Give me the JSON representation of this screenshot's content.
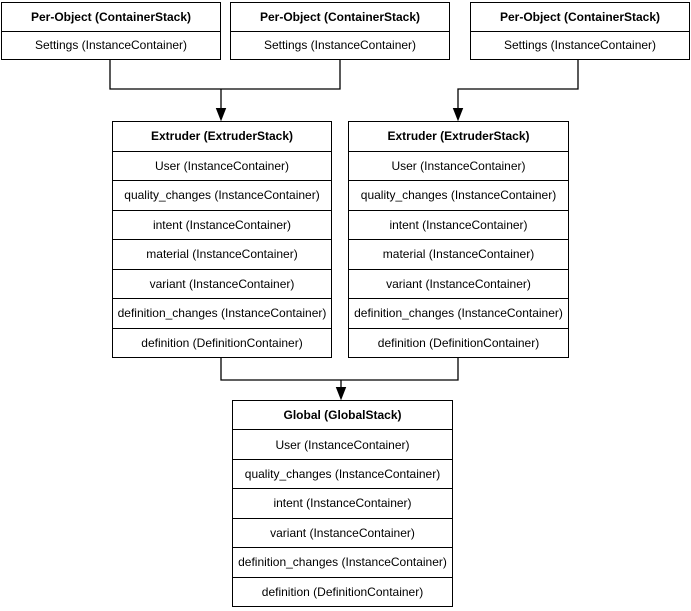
{
  "diagram": {
    "per_object_stacks": [
      {
        "title": "Per-Object (ContainerStack)",
        "rows": [
          "Settings (InstanceContainer)"
        ]
      },
      {
        "title": "Per-Object (ContainerStack)",
        "rows": [
          "Settings (InstanceContainer)"
        ]
      },
      {
        "title": "Per-Object (ContainerStack)",
        "rows": [
          "Settings (InstanceContainer)"
        ]
      }
    ],
    "extruder_stacks": [
      {
        "title": "Extruder (ExtruderStack)",
        "rows": [
          "User (InstanceContainer)",
          "quality_changes (InstanceContainer)",
          "intent (InstanceContainer)",
          "material (InstanceContainer)",
          "variant (InstanceContainer)",
          "definition_changes (InstanceContainer)",
          "definition (DefinitionContainer)"
        ]
      },
      {
        "title": "Extruder (ExtruderStack)",
        "rows": [
          "User (InstanceContainer)",
          "quality_changes (InstanceContainer)",
          "intent (InstanceContainer)",
          "material (InstanceContainer)",
          "variant (InstanceContainer)",
          "definition_changes (InstanceContainer)",
          "definition (DefinitionContainer)"
        ]
      }
    ],
    "global_stack": {
      "title": "Global (GlobalStack)",
      "rows": [
        "User (InstanceContainer)",
        "quality_changes (InstanceContainer)",
        "intent (InstanceContainer)",
        "variant (InstanceContainer)",
        "definition_changes (InstanceContainer)",
        "definition (DefinitionContainer)"
      ]
    },
    "colors": {
      "line": "#000000",
      "border": "#000000",
      "text": "#000000",
      "background": "#ffffff"
    }
  }
}
